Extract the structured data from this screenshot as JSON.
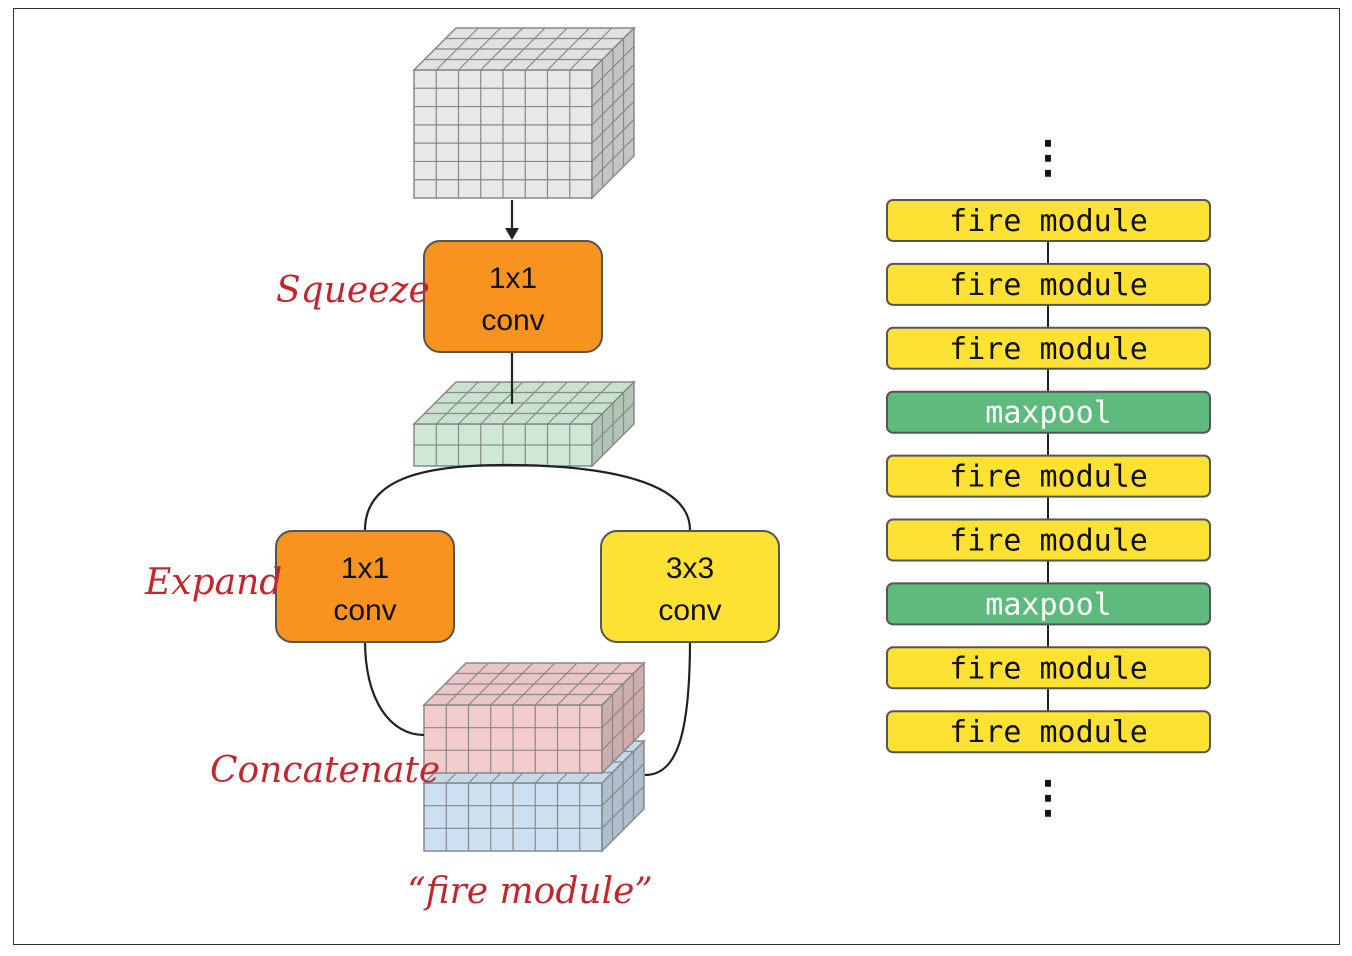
{
  "diagram": {
    "squeeze_label": "Squeeze",
    "expand_label": "Expand",
    "concatenate_label": "Concatenate",
    "fire_module_caption": "“fire module”",
    "squeeze_conv": {
      "line1": "1x1",
      "line2": "conv"
    },
    "expand_conv_1x1": {
      "line1": "1x1",
      "line2": "conv"
    },
    "expand_conv_3x3": {
      "line1": "3x3",
      "line2": "conv"
    }
  },
  "stack": {
    "ellipsis_top": "⋮",
    "ellipsis_bottom": "⋮",
    "layers": [
      {
        "label": "fire module",
        "kind": "fire"
      },
      {
        "label": "fire module",
        "kind": "fire"
      },
      {
        "label": "fire module",
        "kind": "fire"
      },
      {
        "label": "maxpool",
        "kind": "pool"
      },
      {
        "label": "fire module",
        "kind": "fire"
      },
      {
        "label": "fire module",
        "kind": "fire"
      },
      {
        "label": "maxpool",
        "kind": "pool"
      },
      {
        "label": "fire module",
        "kind": "fire"
      },
      {
        "label": "fire module",
        "kind": "fire"
      }
    ]
  },
  "colors": {
    "orange": "#f7931e",
    "yellow": "#fde233",
    "green": "#5fba7d",
    "label_red": "#c1272d",
    "grid_gray": "#e8e8e8",
    "grid_green": "#cfe8d5",
    "grid_red": "#f2cccc",
    "grid_blue": "#cce0f2"
  }
}
